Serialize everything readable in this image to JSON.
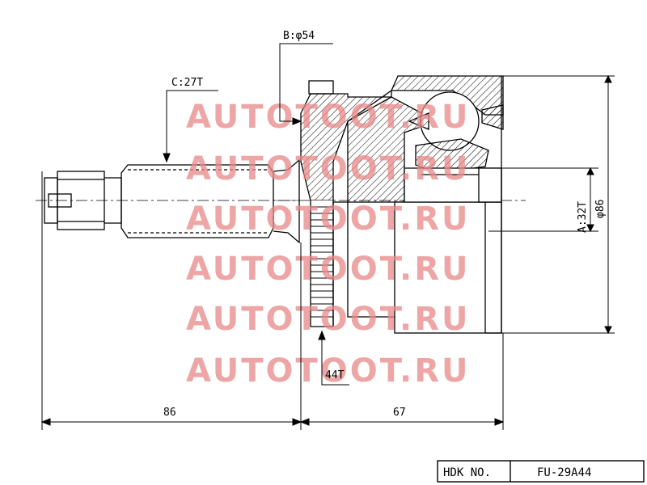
{
  "labels": {
    "thread": "C:27T",
    "abs_dia": "B:φ54",
    "inner_spline": "A:32T",
    "outer_dia": "φ86",
    "abs_teeth": "44T",
    "dim_left": "86",
    "dim_right": "67"
  },
  "watermark": [
    "AUTOTOOT.RU",
    "AUTOTOOT.RU",
    "AUTOTOOT.RU",
    "AUTOTOOT.RU",
    "AUTOTOOT.RU",
    "AUTOTOOT.RU"
  ],
  "title_block": {
    "maker_label": "HDK NO.",
    "part_number": "FU-29A44"
  }
}
